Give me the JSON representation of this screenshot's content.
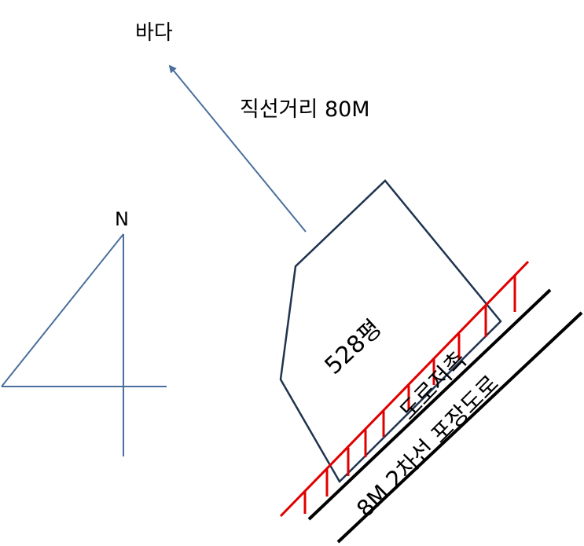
{
  "labels": {
    "sea": "바다",
    "distance": "직선거리 80M",
    "north": "N",
    "lot_area": "528평",
    "road_frontage": "도로저촉",
    "road_desc": "8M 2차선 포장도로"
  },
  "colors": {
    "arrow": "#4a6f9c",
    "compass": "#4a6f9c",
    "lot_outline": "#1f3350",
    "frontage": "#e00000",
    "road": "#000000",
    "text": "#000000"
  }
}
